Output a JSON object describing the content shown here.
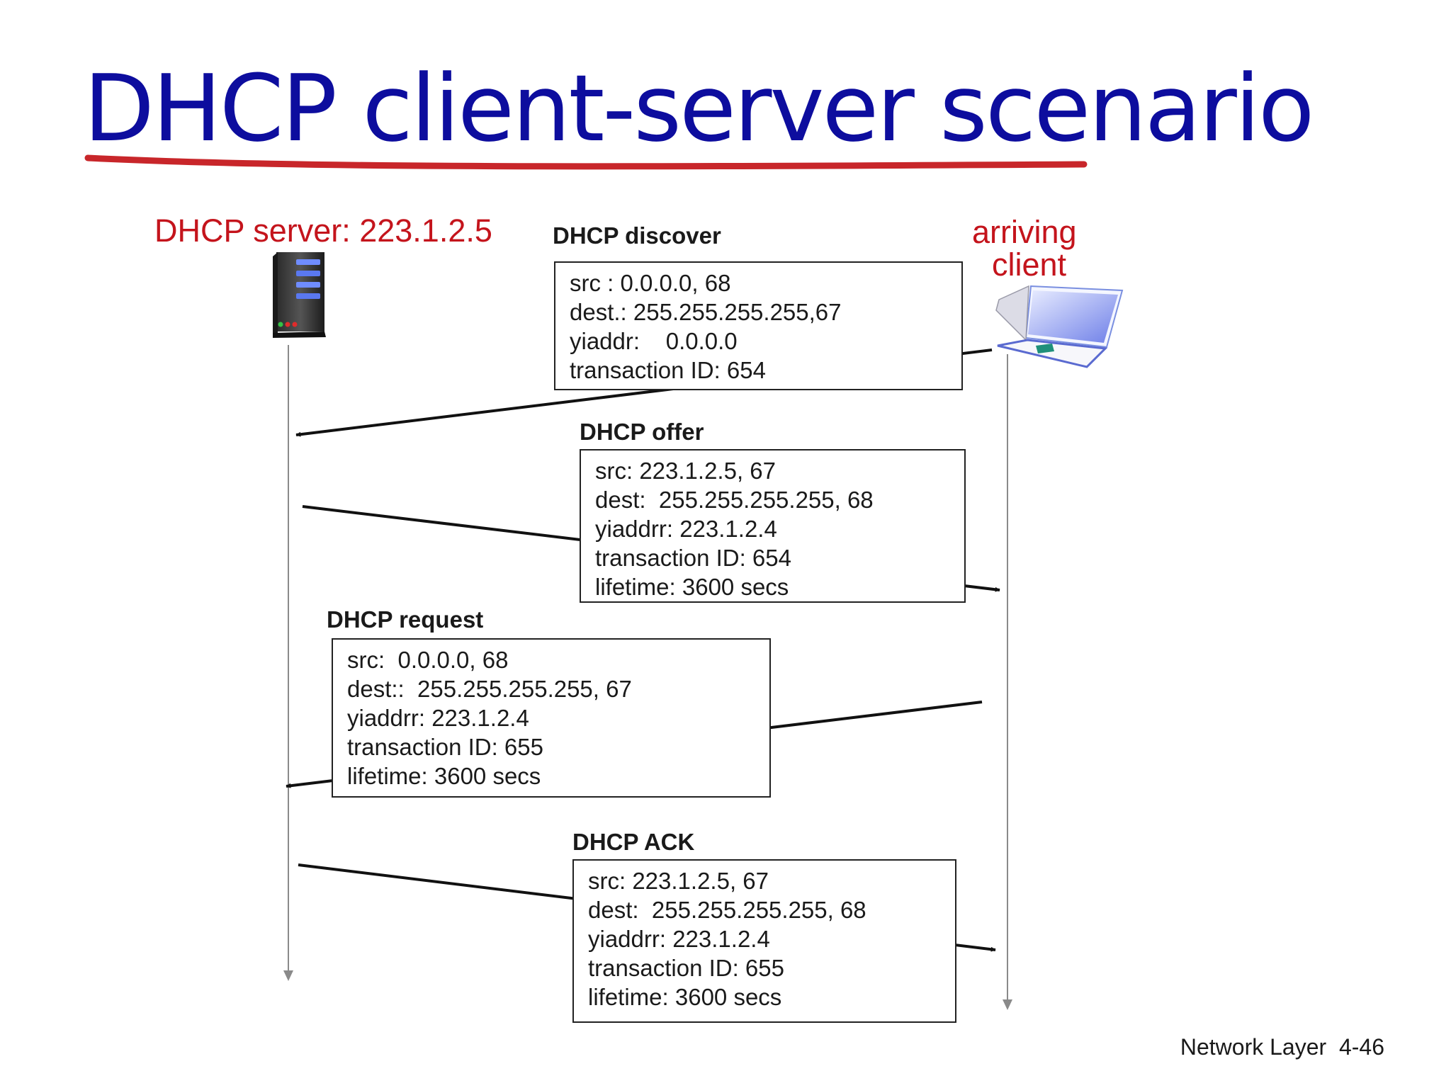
{
  "title": "DHCP client-server scenario",
  "server_label": "DHCP server: 223.1.2.5",
  "client_label": [
    "arriving",
    "client"
  ],
  "messages": [
    {
      "title": "DHCP discover",
      "lines": [
        "src : 0.0.0.0, 68",
        "dest.: 255.255.255.255,67",
        "yiaddr:    0.0.0.0",
        "transaction ID: 654"
      ]
    },
    {
      "title": "DHCP offer",
      "lines": [
        "src: 223.1.2.5, 67",
        "dest:  255.255.255.255, 68",
        "yiaddrr: 223.1.2.4",
        "transaction ID: 654",
        "lifetime: 3600 secs"
      ]
    },
    {
      "title": "DHCP request",
      "lines": [
        "src:  0.0.0.0, 68",
        "dest::  255.255.255.255, 67",
        "yiaddrr: 223.1.2.4",
        "transaction ID: 655",
        "lifetime: 3600 secs"
      ]
    },
    {
      "title": "DHCP ACK",
      "lines": [
        "src: 223.1.2.5, 67",
        "dest:  255.255.255.255, 68",
        "yiaddrr: 223.1.2.4",
        "transaction ID: 655",
        "lifetime: 3600 secs"
      ]
    }
  ],
  "footer": {
    "section": "Network Layer",
    "page": "4-46"
  },
  "colors": {
    "title": "#0d0d9e",
    "underline": "#c8262a",
    "label": "#c4141c"
  },
  "icons": {
    "server": "server-icon",
    "client": "laptop-icon"
  }
}
